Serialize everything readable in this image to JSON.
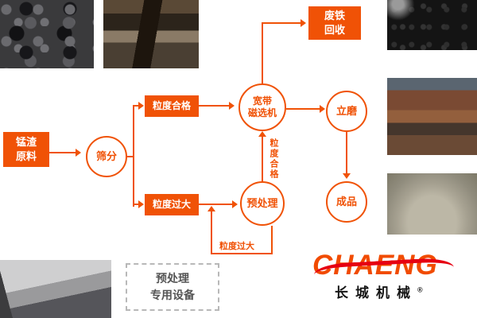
{
  "nodes": {
    "raw": {
      "line1": "锰渣",
      "line2": "原料"
    },
    "screen": "筛分",
    "size_ok": "粒度合格",
    "size_big": "粒度过大",
    "magnet": {
      "line1": "宽带",
      "line2": "磁选机"
    },
    "scrap": {
      "line1": "废铁",
      "line2": "回收"
    },
    "mill": "立磨",
    "product": "成品",
    "pretreat": "预处理"
  },
  "edge_labels": {
    "qualified": "粒度合格",
    "oversize": "粒度过大"
  },
  "dashed_box": {
    "line1": "预处理",
    "line2": "专用设备"
  },
  "logo": {
    "brand": "CHAENG",
    "cn": "长城机械",
    "reg": "®"
  },
  "photos": {
    "slag": "manganese-slag-raw-material",
    "crusher": "crushing-conveyor-equipment",
    "screen": "pretreatment-screening-equipment",
    "iron": "recovered-scrap-iron-powder",
    "mill": "vertical-mill-plant",
    "powder": "finished-ground-powder"
  },
  "colors": {
    "accent": "#f05206",
    "logo_orange": "#f14b00",
    "logo_red": "#e60012"
  }
}
